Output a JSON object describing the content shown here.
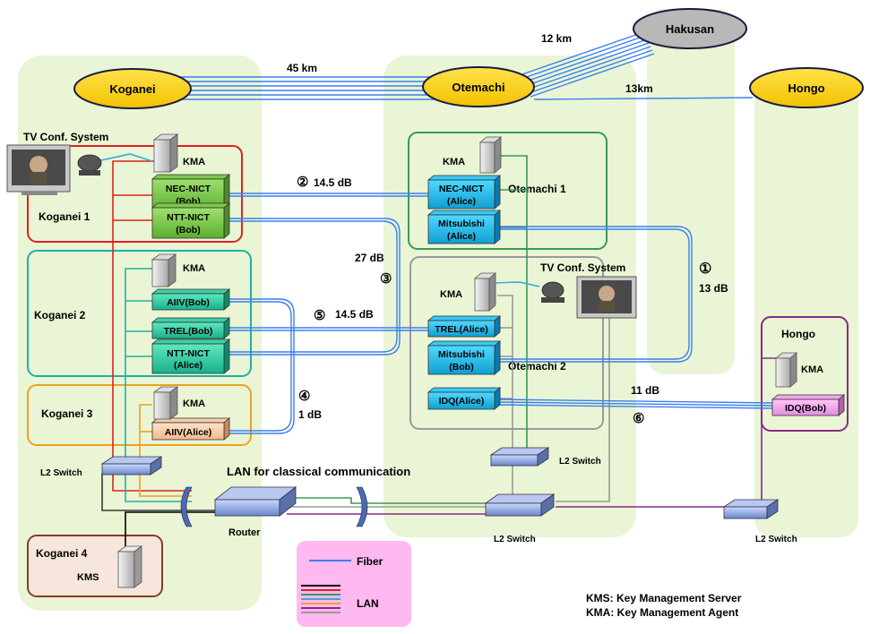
{
  "sites": {
    "koganei": "Koganei",
    "otemachi": "Otemachi",
    "hakusan": "Hakusan",
    "hongo": "Hongo"
  },
  "links": {
    "koganei_otemachi": "45 km",
    "otemachi_hakusan": "12 km",
    "otemachi_hongo": "13km"
  },
  "nodes": {
    "koganei1": "Koganei 1",
    "koganei2": "Koganei 2",
    "koganei3": "Koganei 3",
    "koganei4": "Koganei 4",
    "otemachi1": "Otemachi 1",
    "otemachi2": "Otemachi 2",
    "hongo": "Hongo"
  },
  "tv_conf": "TV Conf. System",
  "kma": "KMA",
  "kms": "KMS",
  "devices": {
    "nec_bob": [
      "NEC-NICT",
      "(Bob)"
    ],
    "ntt_bob": [
      "NTT-NICT",
      "(Bob)"
    ],
    "allv_bob": "AIIV(Bob)",
    "trel_bob": "TREL(Bob)",
    "ntt_alice": [
      "NTT-NICT",
      "(Alice)"
    ],
    "allv_alice": "AIIV(Alice)",
    "nec_alice": [
      "NEC-NICT",
      "(Alice)"
    ],
    "mitsu_alice": [
      "Mitsubishi",
      "(Alice)"
    ],
    "trel_alice": "TREL(Alice)",
    "mitsu_bob": [
      "Mitsubishi",
      "(Bob)"
    ],
    "idq_alice": "IDQ(Alice)",
    "idq_bob": "IDQ(Bob)"
  },
  "fiber_labels": {
    "l1": "①",
    "l1_db": "13 dB",
    "l2": "②",
    "l2_db": "14.5 dB",
    "l3": "③",
    "l3_db": "27 dB",
    "l4": "④",
    "l4_db": "1 dB",
    "l5": "⑤",
    "l5_db": "14.5 dB",
    "l6": "⑥",
    "l6_db": "11 dB"
  },
  "network": {
    "lan_title": "LAN for classical communication",
    "router": "Router",
    "l2_switch": "L2 Switch"
  },
  "legend": {
    "fiber": "Fiber",
    "lan": "LAN"
  },
  "footnotes": {
    "kms": "KMS: Key Management Server",
    "kma": "KMA: Key Management Agent"
  },
  "colors": {
    "fiber": "#3a7ff0",
    "lan_red": "#e02020",
    "lan_teal": "#20b0a8",
    "lan_orange": "#f0a020",
    "lan_green": "#3a9a55",
    "lan_gray": "#9a9a9a",
    "lan_purple": "#8a2a8a",
    "site_fill": "#ffd400",
    "bg_panel": "#e9f5d4"
  }
}
